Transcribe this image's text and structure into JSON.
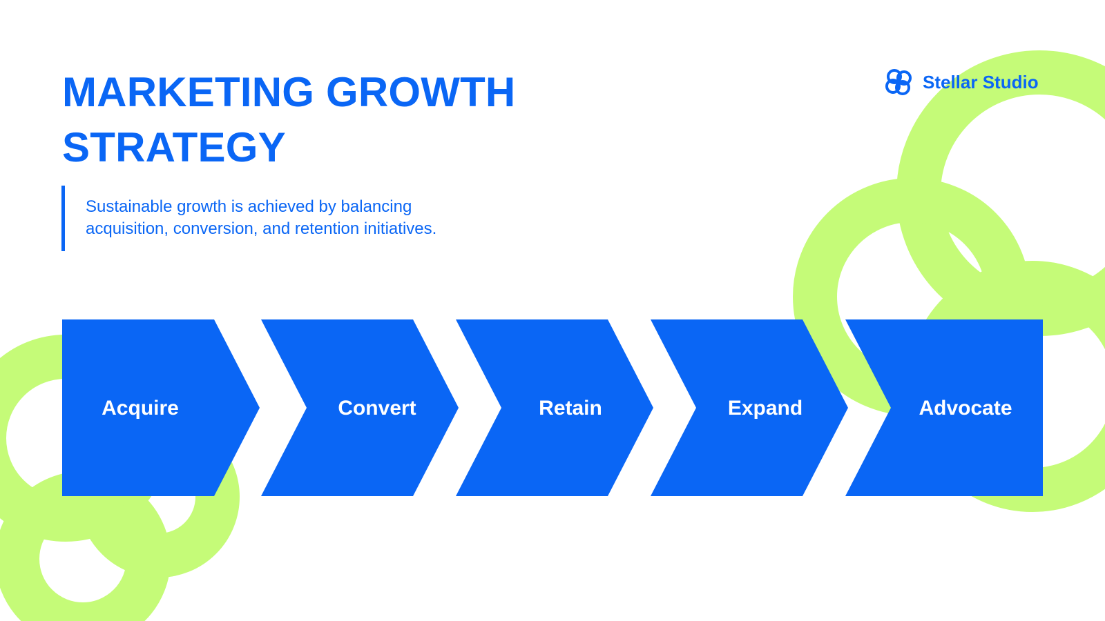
{
  "slide": {
    "title_line1": "MARKETING GROWTH",
    "title_line2": "STRATEGY",
    "subtitle_line1": "Sustainable growth is achieved by balancing",
    "subtitle_line2": "acquisition, conversion, and retention initiatives."
  },
  "brand": {
    "name": "Stellar Studio",
    "logo_icon": "knot-logo-icon"
  },
  "flow": {
    "steps": [
      {
        "label": "Acquire"
      },
      {
        "label": "Convert"
      },
      {
        "label": "Retain"
      },
      {
        "label": "Expand"
      },
      {
        "label": "Advocate"
      }
    ]
  },
  "colors": {
    "primary_blue": "#0a66f5",
    "accent_green": "#c5fb78",
    "background": "#ffffff",
    "step_text": "#ffffff"
  }
}
